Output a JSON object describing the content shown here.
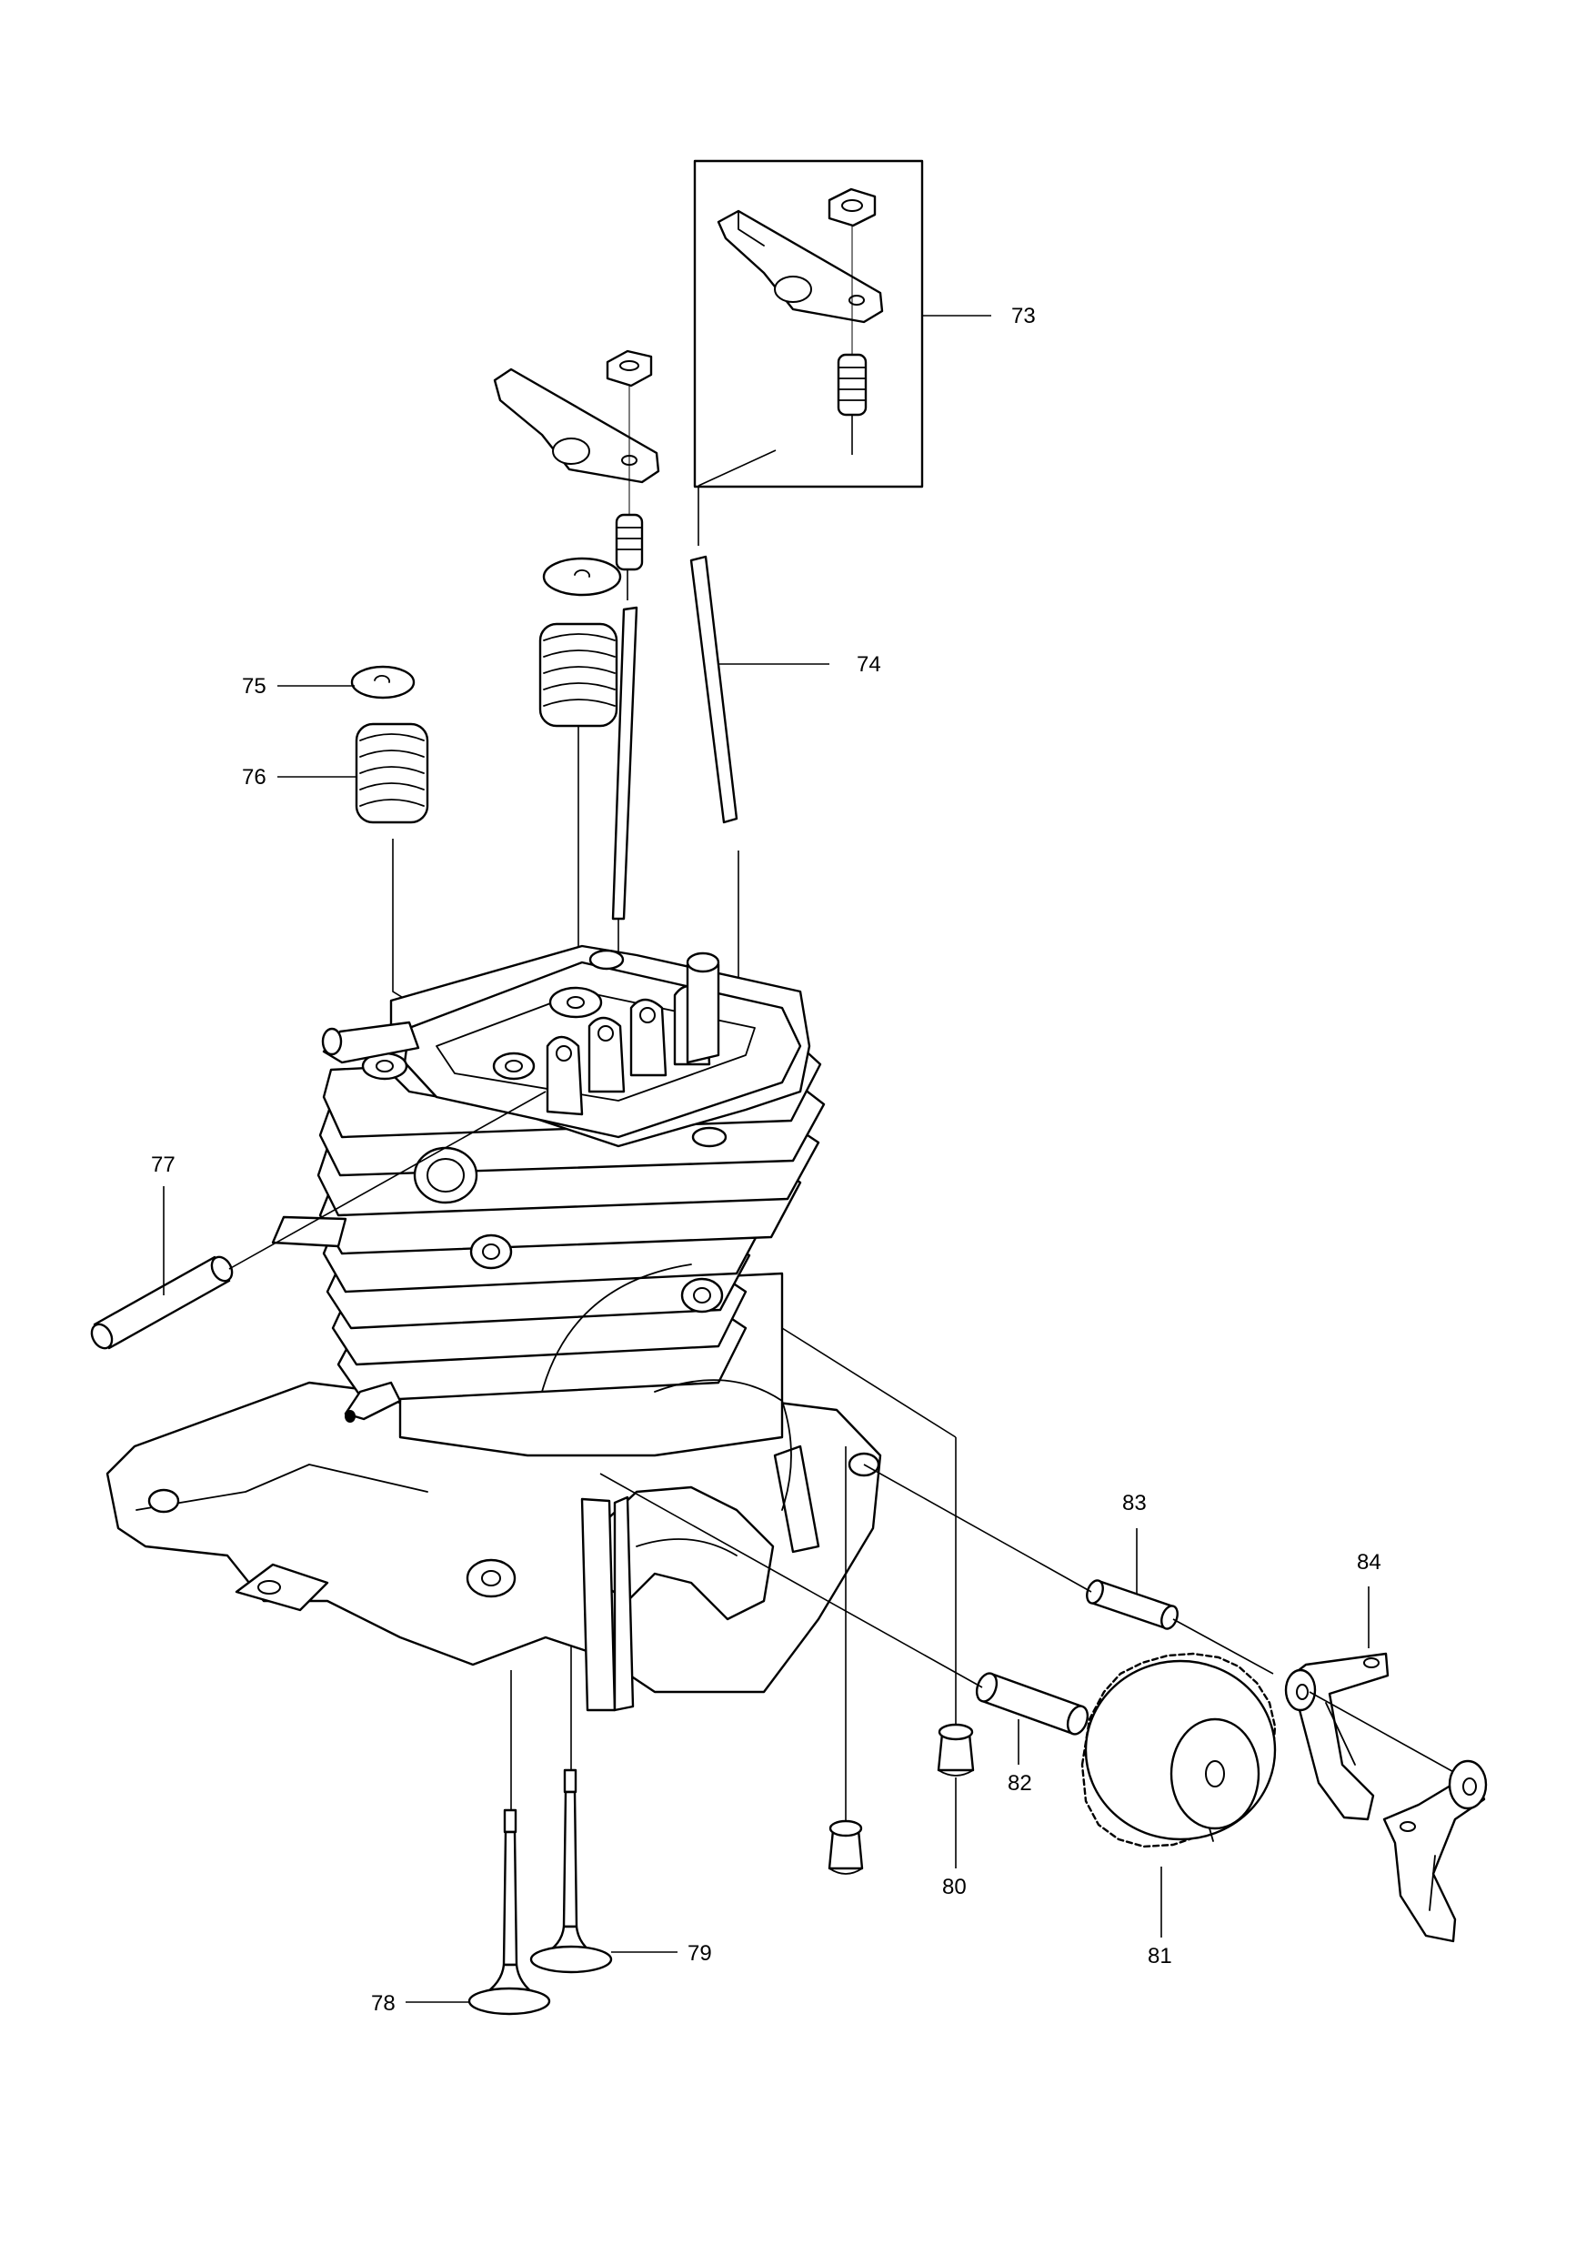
{
  "callouts": [
    {
      "id": "73",
      "label": "73"
    },
    {
      "id": "74",
      "label": "74"
    },
    {
      "id": "75",
      "label": "75"
    },
    {
      "id": "76",
      "label": "76"
    },
    {
      "id": "77",
      "label": "77"
    },
    {
      "id": "78",
      "label": "78"
    },
    {
      "id": "79",
      "label": "79"
    },
    {
      "id": "80",
      "label": "80"
    },
    {
      "id": "81",
      "label": "81"
    },
    {
      "id": "82",
      "label": "82"
    },
    {
      "id": "83",
      "label": "83"
    },
    {
      "id": "84",
      "label": "84"
    }
  ]
}
